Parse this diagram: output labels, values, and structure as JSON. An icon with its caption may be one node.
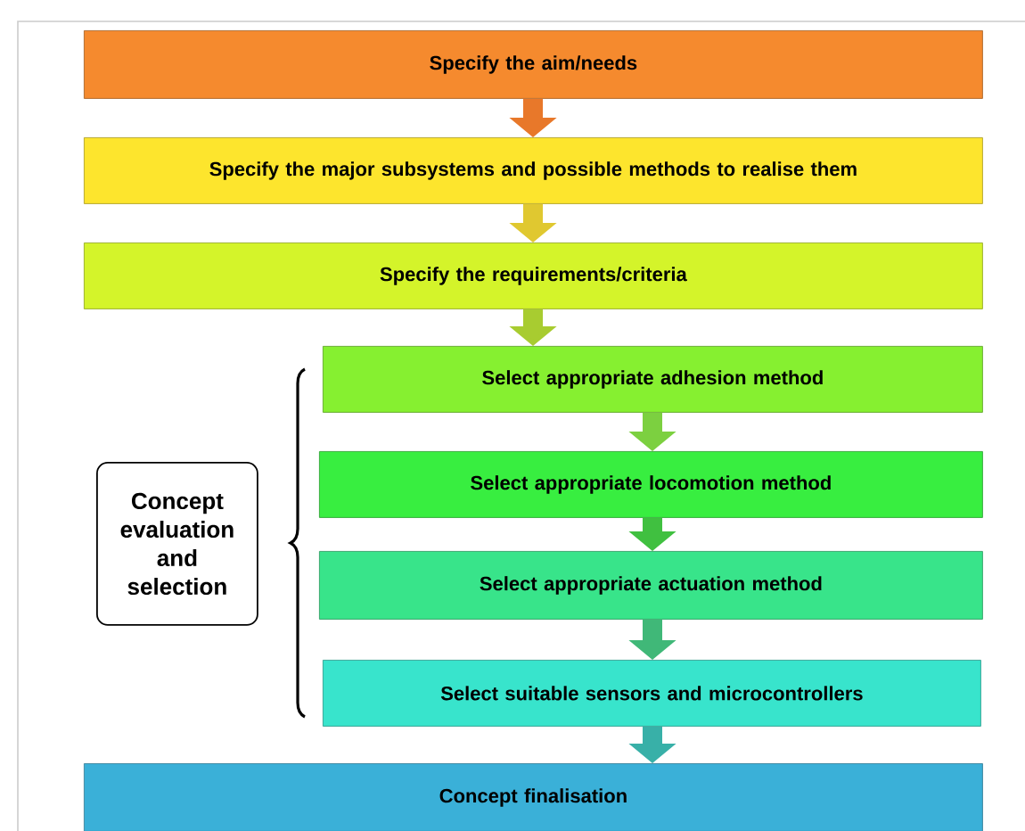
{
  "diagram": {
    "nodes": [
      {
        "text": [
          "Specify the aim/needs"
        ]
      },
      {
        "text": [
          "Specify the major subsystems and possible methods to realise them"
        ]
      },
      {
        "text": [
          "Specify the requirements/criteria"
        ]
      },
      {
        "text": [
          "Select appropriate adhesion method"
        ]
      },
      {
        "text": [
          "Select appropriate locomotion method"
        ]
      },
      {
        "text": [
          "Select appropriate actuation method"
        ]
      },
      {
        "text": [
          "Select suitable sensors and microcontrollers"
        ]
      },
      {
        "text": [
          "Concept finalisation"
        ]
      },
      {
        "text": [
          "Concept evaluation and selection"
        ]
      }
    ],
    "edges": [
      {
        "from": 0,
        "to": 1,
        "arrow": "to",
        "color": "#e8782a"
      },
      {
        "from": 1,
        "to": 2,
        "arrow": "to",
        "color": "#e0c830"
      },
      {
        "from": 2,
        "to": 3,
        "arrow": "to",
        "color": "#a8cc30"
      },
      {
        "from": 3,
        "to": 4,
        "arrow": "to",
        "color": "#7cd040"
      },
      {
        "from": 4,
        "to": 5,
        "arrow": "to",
        "color": "#40c040"
      },
      {
        "from": 5,
        "to": 6,
        "arrow": "to",
        "color": "#40b878"
      },
      {
        "from": 6,
        "to": 7,
        "arrow": "to",
        "color": "#38b0a8"
      }
    ]
  }
}
